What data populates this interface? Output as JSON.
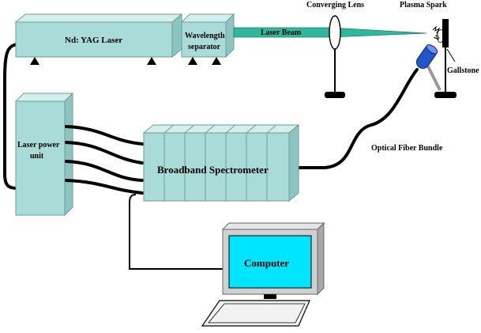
{
  "diagram": {
    "labels": {
      "laser": "Nd: YAG Laser",
      "wavelength_separator_line1": "Wavelength",
      "wavelength_separator_line2": "separator",
      "laser_beam": "Laser Beam",
      "converging_lens": "Converging Lens",
      "plasma_spark": "Plasma Spark",
      "gallstone": "Gallstone",
      "power_unit_line1": "Laser power",
      "power_unit_line2": "unit",
      "spectrometer": "Broadband Spectrometer",
      "fiber_bundle": "Optical Fiber Bundle",
      "computer": "Computer"
    },
    "colors": {
      "box_front": "#a9dcd8",
      "beam": "#2fb89c",
      "screen": "#00e5ff",
      "monitor": "#d0d0d0"
    }
  }
}
